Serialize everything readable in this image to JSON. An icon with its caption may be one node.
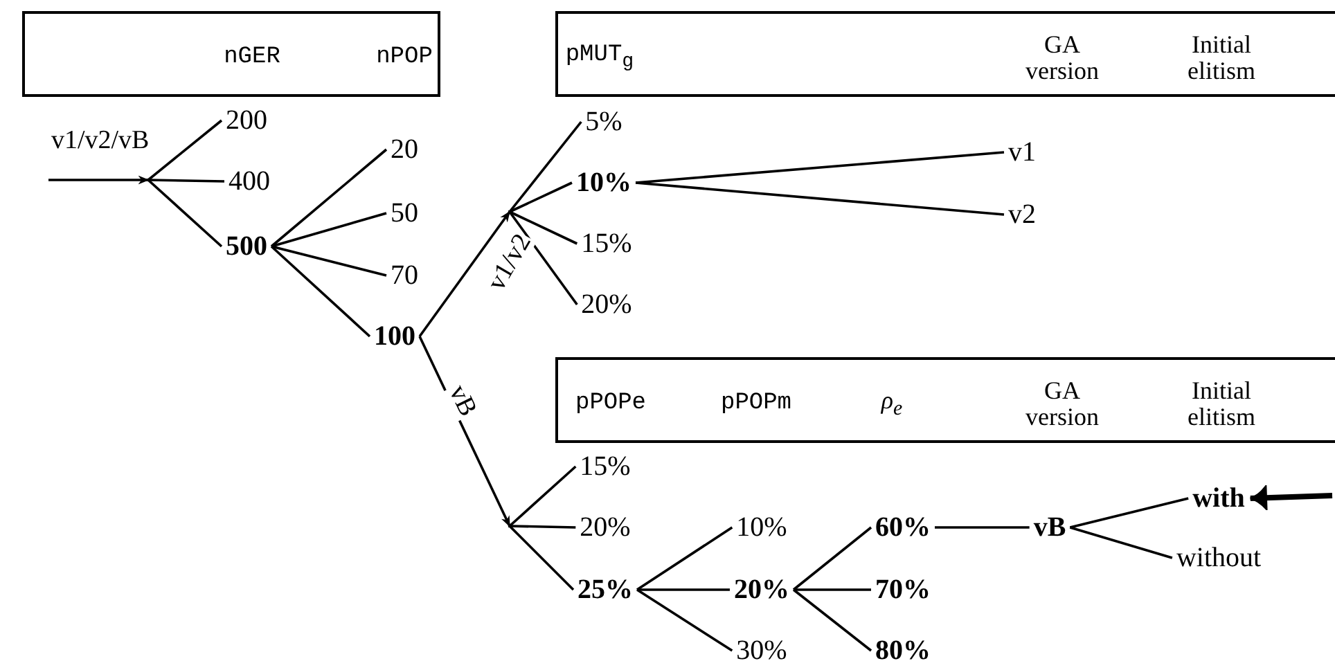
{
  "diagram": {
    "nodes": [
      {
        "text": [
          "nGER",
          "nPOP"
        ]
      },
      {
        "text": [
          "200"
        ]
      },
      {
        "text": [
          "400"
        ]
      },
      {
        "text": [
          "500"
        ]
      },
      {
        "text": [
          "20"
        ]
      },
      {
        "text": [
          "50"
        ]
      },
      {
        "text": [
          "70"
        ]
      },
      {
        "text": [
          "100"
        ]
      },
      {
        "text": [
          "pMUT$_{g}$",
          "GA version",
          "Initial elitism"
        ]
      },
      {
        "text": [
          "5%"
        ]
      },
      {
        "text": [
          "10%"
        ]
      },
      {
        "text": [
          "15%"
        ]
      },
      {
        "text": [
          "20%"
        ]
      },
      {
        "text": [
          "v1"
        ]
      },
      {
        "text": [
          "v2"
        ]
      },
      {
        "text": [
          "pPOPe",
          "pPOPm",
          "ρ$_{e}$",
          "GA version",
          "Initial elitism"
        ]
      },
      {
        "text": [
          "15%"
        ]
      },
      {
        "text": [
          "20%"
        ]
      },
      {
        "text": [
          "25%"
        ]
      },
      {
        "text": [
          "10%"
        ]
      },
      {
        "text": [
          "20%"
        ]
      },
      {
        "text": [
          "30%"
        ]
      },
      {
        "text": [
          "60%"
        ]
      },
      {
        "text": [
          "70%"
        ]
      },
      {
        "text": [
          "80%"
        ]
      },
      {
        "text": [
          "vB"
        ]
      },
      {
        "text": [
          "with"
        ]
      },
      {
        "text": [
          "without"
        ]
      },
      {
        "text": [],
        "shape": "point"
      },
      {
        "text": [],
        "shape": "point"
      },
      {
        "text": [],
        "shape": "point"
      }
    ],
    "edges": [
      {
        "from": null,
        "to": 28,
        "arrow": "to",
        "label": "v1/v2/vB"
      },
      {
        "from": 28,
        "to": 1,
        "arrow": "none"
      },
      {
        "from": 28,
        "to": 2,
        "arrow": "none"
      },
      {
        "from": 28,
        "to": 3,
        "arrow": "none"
      },
      {
        "from": 3,
        "to": 4,
        "arrow": "none"
      },
      {
        "from": 3,
        "to": 5,
        "arrow": "none"
      },
      {
        "from": 3,
        "to": 6,
        "arrow": "none"
      },
      {
        "from": 3,
        "to": 7,
        "arrow": "none"
      },
      {
        "from": 7,
        "to": 29,
        "arrow": "to",
        "label": "v1/v2"
      },
      {
        "from": 29,
        "to": 9,
        "arrow": "none"
      },
      {
        "from": 29,
        "to": 10,
        "arrow": "none"
      },
      {
        "from": 29,
        "to": 11,
        "arrow": "none"
      },
      {
        "from": 29,
        "to": 12,
        "arrow": "none"
      },
      {
        "from": 7,
        "to": 30,
        "arrow": "to",
        "label": "vB"
      },
      {
        "from": 30,
        "to": 16,
        "arrow": "none"
      },
      {
        "from": 30,
        "to": 17,
        "arrow": "none"
      },
      {
        "from": 30,
        "to": 18,
        "arrow": "none"
      },
      {
        "from": 10,
        "to": 13,
        "arrow": "none"
      },
      {
        "from": 10,
        "to": 14,
        "arrow": "none"
      },
      {
        "from": 18,
        "to": 19,
        "arrow": "none"
      },
      {
        "from": 18,
        "to": 20,
        "arrow": "none"
      },
      {
        "from": 18,
        "to": 21,
        "arrow": "none"
      },
      {
        "from": 20,
        "to": 22,
        "arrow": "none"
      },
      {
        "from": 20,
        "to": 23,
        "arrow": "none"
      },
      {
        "from": 20,
        "to": 24,
        "arrow": "none"
      },
      {
        "from": 22,
        "to": 25,
        "arrow": "none"
      },
      {
        "from": 25,
        "to": 26,
        "arrow": "none"
      },
      {
        "from": 25,
        "to": 27,
        "arrow": "none"
      },
      {
        "from": null,
        "to": 26,
        "arrow": "to",
        "style": "thick"
      }
    ]
  }
}
